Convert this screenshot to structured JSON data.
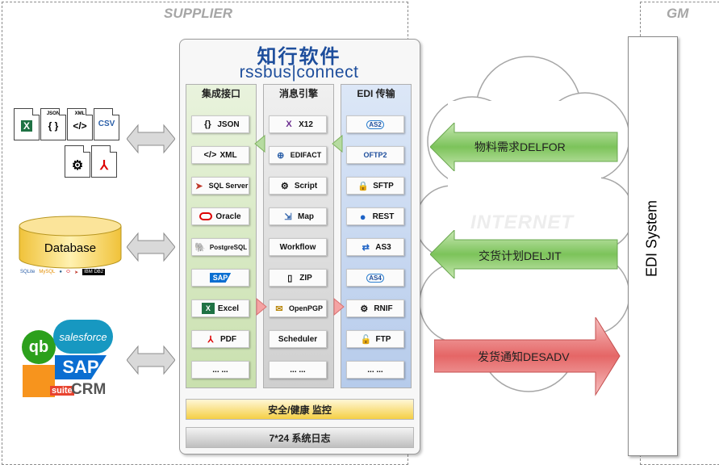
{
  "regions": {
    "supplier": "SUPPLIER",
    "gm": "GM",
    "internet": "INTERNET"
  },
  "brand": {
    "cn": "知行软件",
    "en": "rssbus|connect"
  },
  "columns": {
    "integration": {
      "title": "集成接口",
      "items": [
        "JSON",
        "XML",
        "SQL Server",
        "Oracle",
        "PostgreSQL",
        "",
        "Excel",
        "PDF",
        "... ..."
      ]
    },
    "engine": {
      "title": "消息引擎",
      "items": [
        "X12",
        "EDIFACT",
        "Script",
        "Map",
        "Workflow",
        "ZIP",
        "OpenPGP",
        "Scheduler",
        "... ..."
      ]
    },
    "edi": {
      "title": "EDI 传输",
      "items": [
        "",
        "",
        "SFTP",
        "REST",
        "AS3",
        "",
        "RNIF",
        "FTP",
        "... ..."
      ]
    }
  },
  "edi_icon_labels": [
    "AS2",
    "OFTP2",
    "AS4"
  ],
  "bars": {
    "monitor": "安全/健康 监控",
    "log": "7*24 系统日志"
  },
  "messages": [
    {
      "text": "物料需求DELFOR",
      "direction": "in"
    },
    {
      "text": "交货计划DELJIT",
      "direction": "in"
    },
    {
      "text": "发货通知DESADV",
      "direction": "out"
    }
  ],
  "edi_system": "EDI System",
  "sources": {
    "files": [
      "JSON",
      "XML",
      "CSV"
    ],
    "database": "Database",
    "db_logos": [
      "SQLite",
      "MySQL",
      "IBM DB2"
    ],
    "apps": [
      "salesforce",
      "SAP",
      "suite",
      "CRM"
    ]
  },
  "colors": {
    "brand_blue": "#1e4e9c",
    "green_col": "#dcebc8",
    "gray_col": "#e2e2e2",
    "blue_col": "#cddcf2",
    "in_arrow": "#8fce74",
    "out_arrow": "#e86e6e"
  }
}
